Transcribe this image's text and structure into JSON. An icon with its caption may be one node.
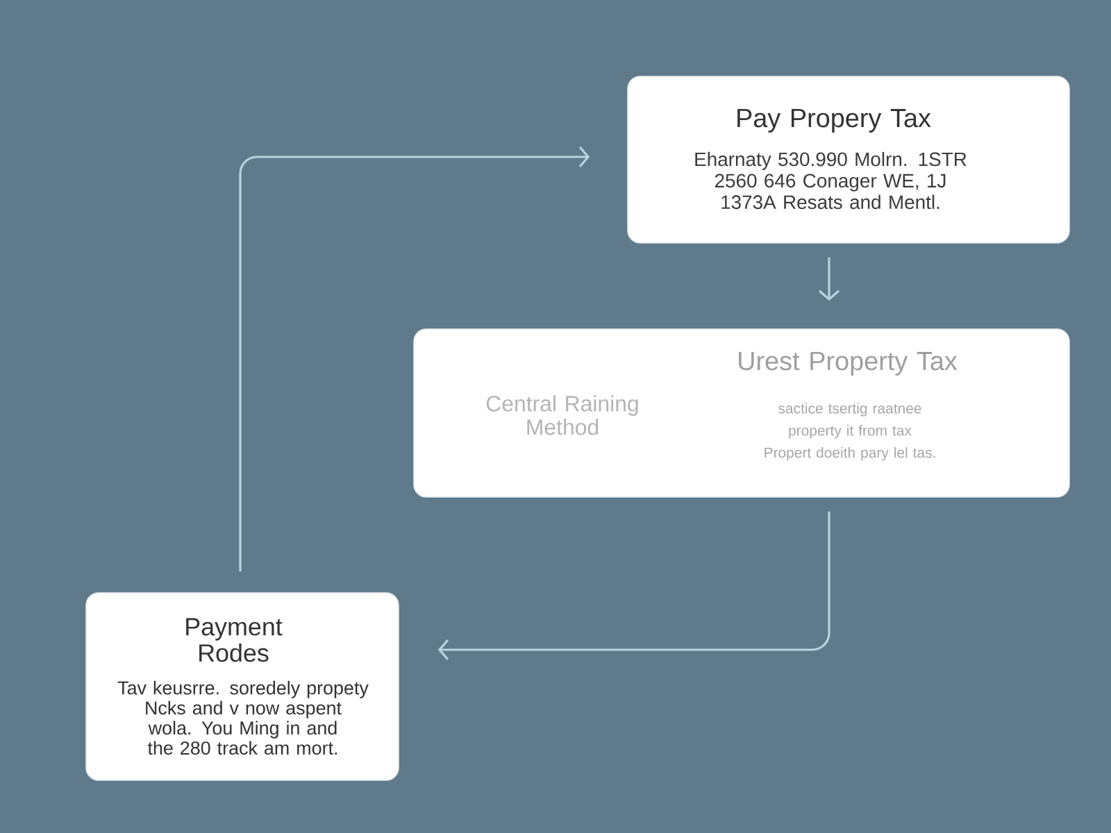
{
  "diagram": {
    "nodes": [
      {
        "text": [
          "Pay Propery Tax",
          "Eharnaty 530.990 Molrn. 1STR 2560 646 Conager WE, 1J 1373A Resats and Mentl."
        ]
      },
      {
        "text": [
          "Urest Property Tax",
          "Central Raining Method",
          "sactice tsertig raatnee property it from tax Propert doeith pary lel tas."
        ]
      },
      {
        "text": [
          "Payment Rodes",
          "Tav keusrre. soredely propety Ncks and v now aspent wola. You Ming in and the 280 track am mort."
        ]
      }
    ],
    "edges": [
      {
        "from": 0,
        "to": 1,
        "arrow": "to"
      },
      {
        "from": 1,
        "to": 2,
        "arrow": "to"
      },
      {
        "from": 2,
        "to": 0,
        "arrow": "to"
      }
    ]
  }
}
